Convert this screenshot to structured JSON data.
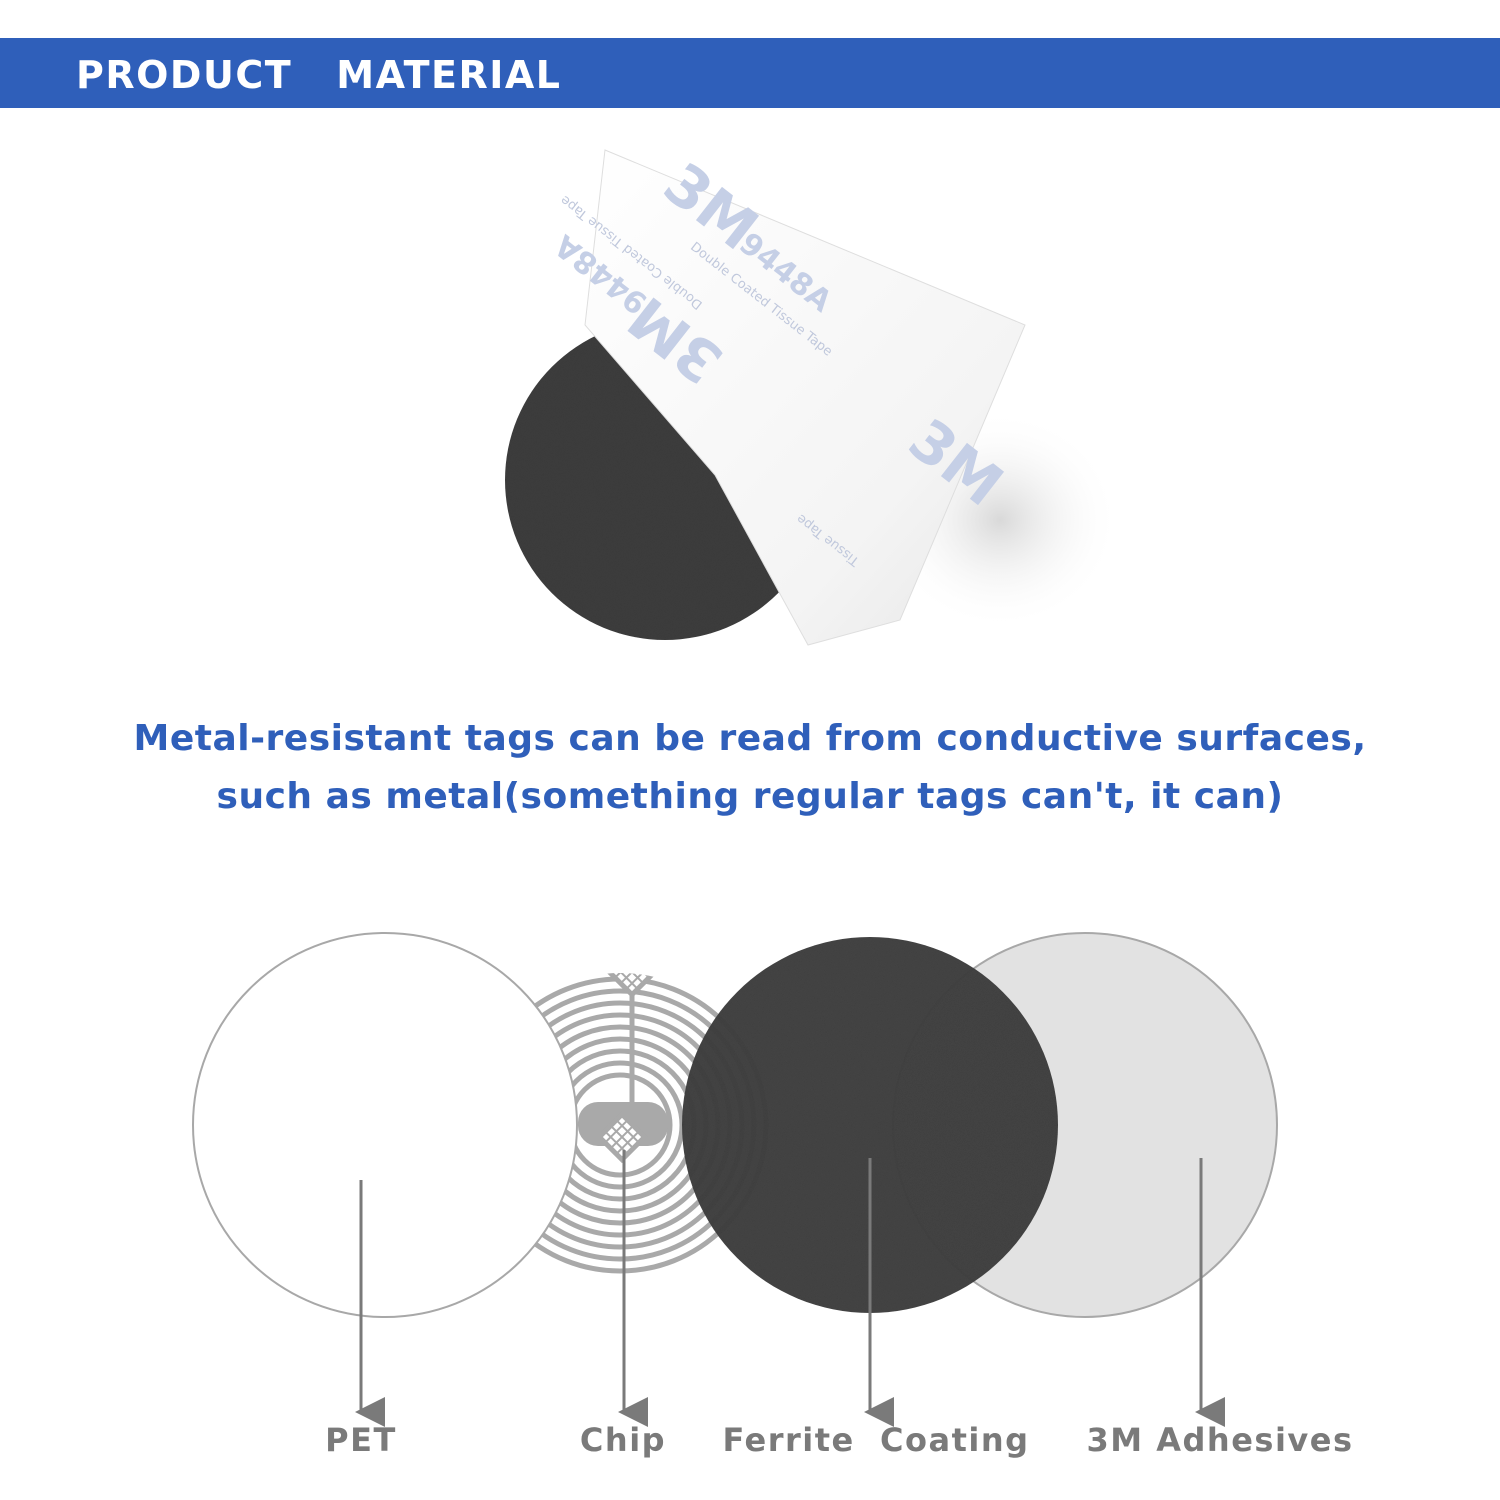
{
  "header": {
    "title": "PRODUCT   MATERIAL"
  },
  "photo": {
    "tape_brand": "3M",
    "tape_model": "9448A",
    "tape_name": "Double Coated Tissue Tape",
    "tape_name_partial": "Tissue Tape"
  },
  "description": {
    "line1": "Metal-resistant tags can be read from conductive surfaces,",
    "line2": "such as metal(something regular tags can't, it can)"
  },
  "layers": [
    {
      "label": "PET"
    },
    {
      "label": "Chip"
    },
    {
      "label": "Ferrite  Coating"
    },
    {
      "label": "3M Adhesives"
    }
  ],
  "colors": {
    "header_bg": "#2f5fba",
    "header_text": "#ffffff",
    "description_text": "#2f5fba",
    "label_text": "#7a7a7a",
    "ferrite": "#3e3e3e",
    "adhesive": "#e2e2e2",
    "antenna": "#a9a9a9"
  }
}
